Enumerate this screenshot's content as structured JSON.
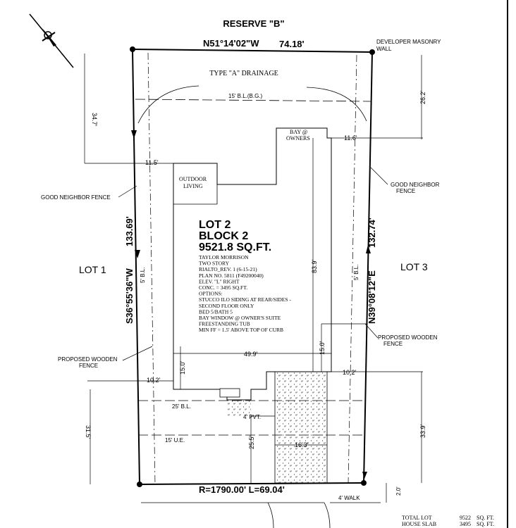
{
  "title": "RESERVE \"B\"",
  "top_bearing": "N51°14'02\"W",
  "top_distance": "74.18'",
  "developer_wall": [
    "DEVELOPER MASONRY",
    "WALL"
  ],
  "drainage": "TYPE \"A\" DRAINAGE",
  "building_line_rear": "15' B.L.(B.G.)",
  "dim_34_7": "34.7'",
  "dim_26_2": "26.2'",
  "dim_11_5": "11.5'",
  "dim_11_6": "11.6'",
  "bay": [
    "BAY @",
    "OWNERS"
  ],
  "outdoor": [
    "OUTDOOR",
    "LIVING"
  ],
  "good_neighbor_left": "GOOD NEIGHBOR FENCE",
  "good_neighbor_right": [
    "GOOD NEIGHBOR",
    "FENCE"
  ],
  "lot1": "LOT 1",
  "lot3": "LOT 3",
  "left_bearing": "S36°55'36\"W",
  "left_distance": "133.69'",
  "right_bearing": "N39°08'12\"E",
  "right_distance": "132.74'",
  "bl_side_left": "5' B.L.",
  "bl_side_right": "5' B.L.",
  "lot_title": [
    "LOT 2",
    "BLOCK 2",
    "9521.8 SQ.FT."
  ],
  "notes": [
    "TAYLOR MORRISON",
    "TWO STORY",
    "RIALTO_REV. 1 (6-15-21)",
    "PLAN NO. 5811 (F49200040)",
    "ELEV. \"L\" RIGHT",
    "CONC. = 3495 SQ.FT.",
    "OPTIONS:",
    "STUCCO ILO SIDING AT REAR/SIDES -",
    "SECOND FLOOR ONLY",
    "BED 5/BATH 5",
    "BAY WINDOW @ OWNER'S SUITE",
    "FREESTANDING TUB",
    "MIN FF = 1.5' ABOVE TOP OF CURB"
  ],
  "dim_83_9": "83.9'",
  "dim_49_9": "49.9'",
  "dim_15_0_left": "15.0'",
  "dim_15_0_right": "15.0'",
  "proposed_fence_left": [
    "PROPOSED WOODEN",
    "FENCE"
  ],
  "proposed_fence_right": [
    "PROPOSED WOODEN",
    "FENCE"
  ],
  "dim_10_2_left": "10.2'",
  "dim_10_2_right": "10.2'",
  "front_bl": "25' B.L.",
  "pvt": "4' PVT.",
  "ue": "15' U.E.",
  "dim_31_5": "31.5'",
  "dim_25_5": "25.5'",
  "dim_16_3": "16.3'",
  "dim_33_9": "33.9'",
  "curve": "R=1790.00'  L=69.04'",
  "walk": "4' WALK",
  "dim_2_0": "2.0'",
  "totals": [
    {
      "label": "TOTAL LOT",
      "value": "9522",
      "unit": "SQ. FT."
    },
    {
      "label": "HOUSE SLAB",
      "value": "3495",
      "unit": "SQ. FT."
    }
  ]
}
